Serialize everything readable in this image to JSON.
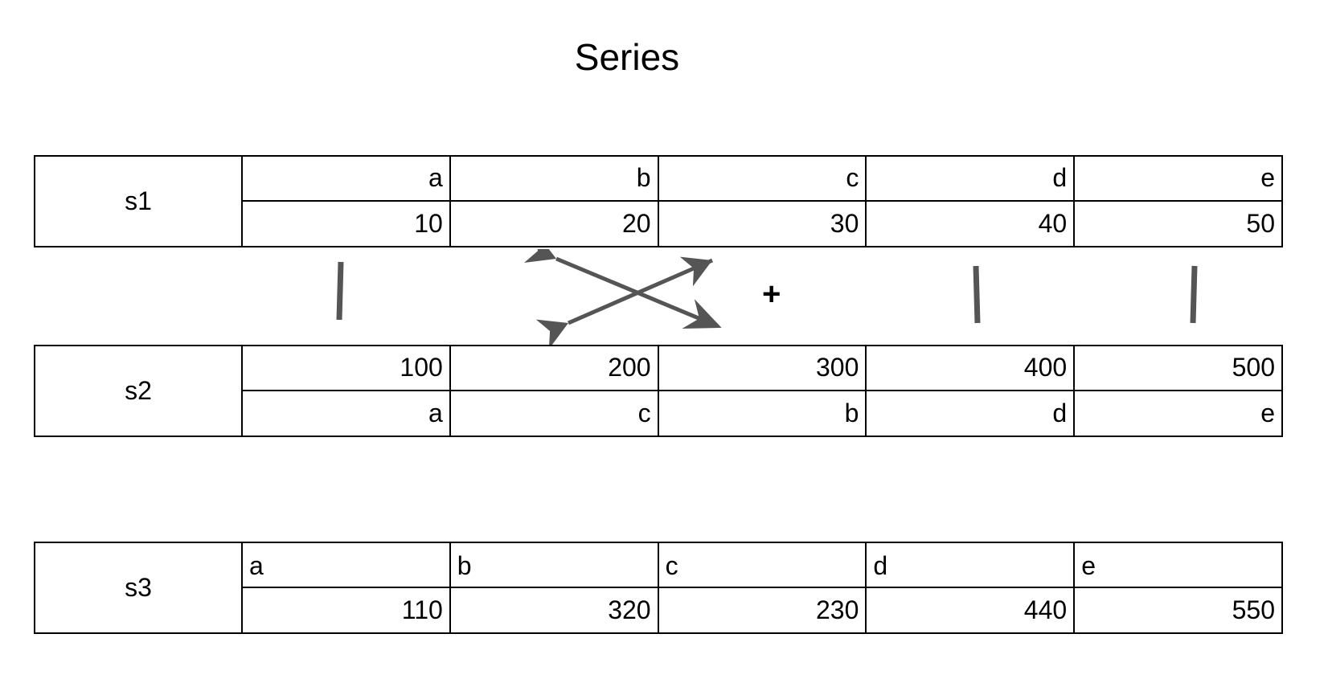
{
  "title": "Series",
  "operator": "+",
  "s1": {
    "name": "s1",
    "index": [
      "a",
      "b",
      "c",
      "d",
      "e"
    ],
    "values": [
      "10",
      "20",
      "30",
      "40",
      "50"
    ]
  },
  "s2": {
    "name": "s2",
    "values": [
      "100",
      "200",
      "300",
      "400",
      "500"
    ],
    "index": [
      "a",
      "c",
      "b",
      "d",
      "e"
    ]
  },
  "s3": {
    "name": "s3",
    "index": [
      "a",
      "b",
      "c",
      "d",
      "e"
    ],
    "values": [
      "110",
      "320",
      "230",
      "440",
      "550"
    ]
  },
  "colors": {
    "arrow": "#555555",
    "border": "#000000"
  }
}
